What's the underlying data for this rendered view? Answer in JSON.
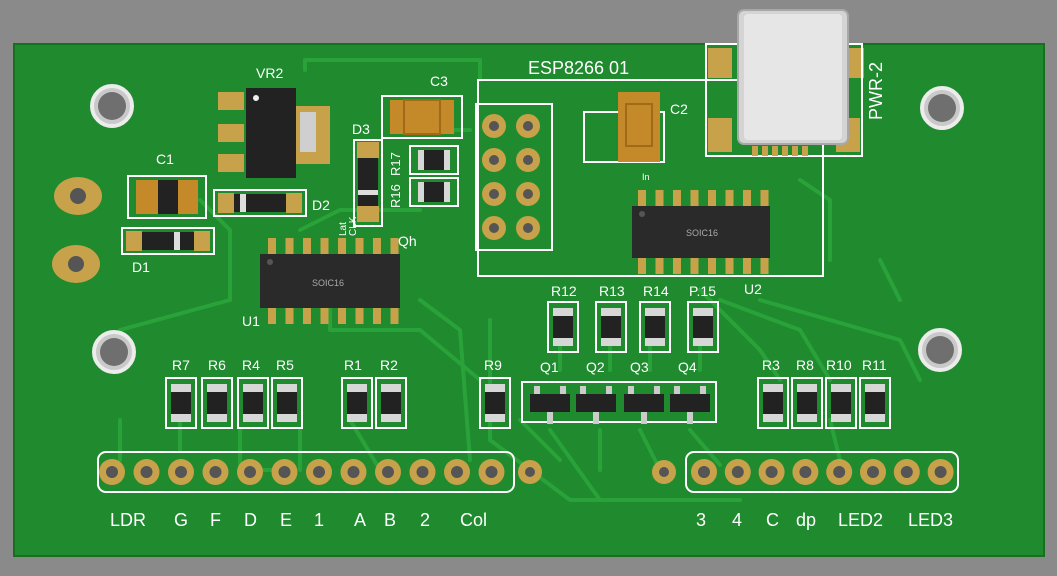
{
  "board": {
    "colors": {
      "background": "#8a8a8a",
      "board": "#1f8a2e",
      "board_edge": "#17701f",
      "trace": "#2aa23a",
      "silk": "#ffffff",
      "pad": "#c8a24a",
      "ic": "#222222",
      "smd": "#d7d7d7",
      "cap": "#c48a2a"
    },
    "module": {
      "label": "ESP8266 01"
    },
    "power": {
      "label": "PWR-2"
    },
    "designators": {
      "VR2": "VR2",
      "C3": "C3",
      "C1": "C1",
      "D3": "D3",
      "R17": "R17",
      "R16": "R16",
      "D2": "D2",
      "D1": "D1",
      "Lat": "Lat",
      "CLK": "CLK",
      "Qh": "Qh",
      "U1": "U1",
      "U2": "U2",
      "C2": "C2",
      "R12": "R12",
      "R13": "R13",
      "R14": "R14",
      "R15": "P.15",
      "Q1": "Q1",
      "Q2": "Q2",
      "Q3": "Q3",
      "Q4": "Q4",
      "R7": "R7",
      "R6": "R6",
      "R4": "R4",
      "R5": "R5",
      "R1": "R1",
      "R2": "R2",
      "R9": "R9",
      "R3": "R3",
      "R8": "R8",
      "R10": "R10",
      "R11": "R11",
      "pin1": "In"
    },
    "ic_labels": {
      "u1": "SOIC16",
      "u2": "SOIC16"
    },
    "pin_labels_left": [
      "LDR",
      "G",
      "F",
      "D",
      "E",
      "1",
      "A",
      "B",
      "2",
      "Col"
    ],
    "pin_labels_right": [
      "3",
      "4",
      "C",
      "dp",
      "LED2",
      "LED3"
    ]
  }
}
